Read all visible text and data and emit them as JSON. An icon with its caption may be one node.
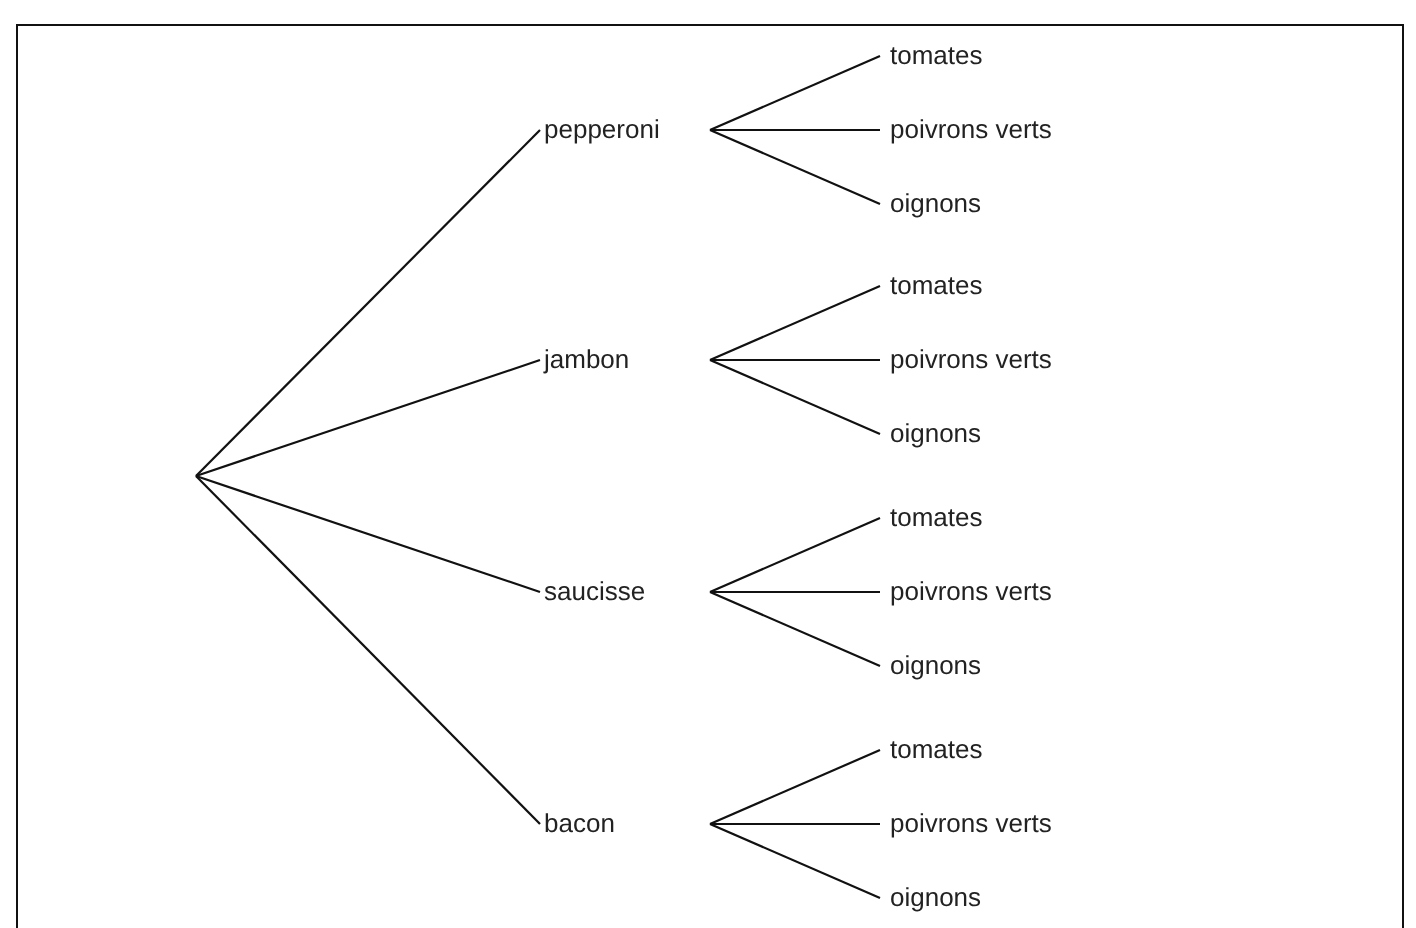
{
  "diagram": {
    "nodes": [
      {
        "text": [
          "pepperoni"
        ]
      },
      {
        "text": [
          "tomates"
        ]
      },
      {
        "text": [
          "poivrons verts"
        ]
      },
      {
        "text": [
          "oignons"
        ]
      },
      {
        "text": [
          "jambon"
        ]
      },
      {
        "text": [
          "tomates"
        ]
      },
      {
        "text": [
          "poivrons verts"
        ]
      },
      {
        "text": [
          "oignons"
        ]
      },
      {
        "text": [
          "saucisse"
        ]
      },
      {
        "text": [
          "tomates"
        ]
      },
      {
        "text": [
          "poivrons verts"
        ]
      },
      {
        "text": [
          "oignons"
        ]
      },
      {
        "text": [
          "bacon"
        ]
      },
      {
        "text": [
          "tomates"
        ]
      },
      {
        "text": [
          "poivrons verts"
        ]
      },
      {
        "text": [
          "oignons"
        ]
      }
    ],
    "edges": [
      {
        "from": null,
        "to": 0,
        "arrow": "none"
      },
      {
        "from": null,
        "to": 4,
        "arrow": "none"
      },
      {
        "from": null,
        "to": 8,
        "arrow": "none"
      },
      {
        "from": null,
        "to": 12,
        "arrow": "none"
      },
      {
        "from": 0,
        "to": 1,
        "arrow": "none"
      },
      {
        "from": 0,
        "to": 2,
        "arrow": "none"
      },
      {
        "from": 0,
        "to": 3,
        "arrow": "none"
      },
      {
        "from": 4,
        "to": 5,
        "arrow": "none"
      },
      {
        "from": 4,
        "to": 6,
        "arrow": "none"
      },
      {
        "from": 4,
        "to": 7,
        "arrow": "none"
      },
      {
        "from": 8,
        "to": 9,
        "arrow": "none"
      },
      {
        "from": 8,
        "to": 10,
        "arrow": "none"
      },
      {
        "from": 8,
        "to": 11,
        "arrow": "none"
      },
      {
        "from": 12,
        "to": 13,
        "arrow": "none"
      },
      {
        "from": 12,
        "to": 14,
        "arrow": "none"
      },
      {
        "from": 12,
        "to": 15,
        "arrow": "none"
      }
    ]
  }
}
